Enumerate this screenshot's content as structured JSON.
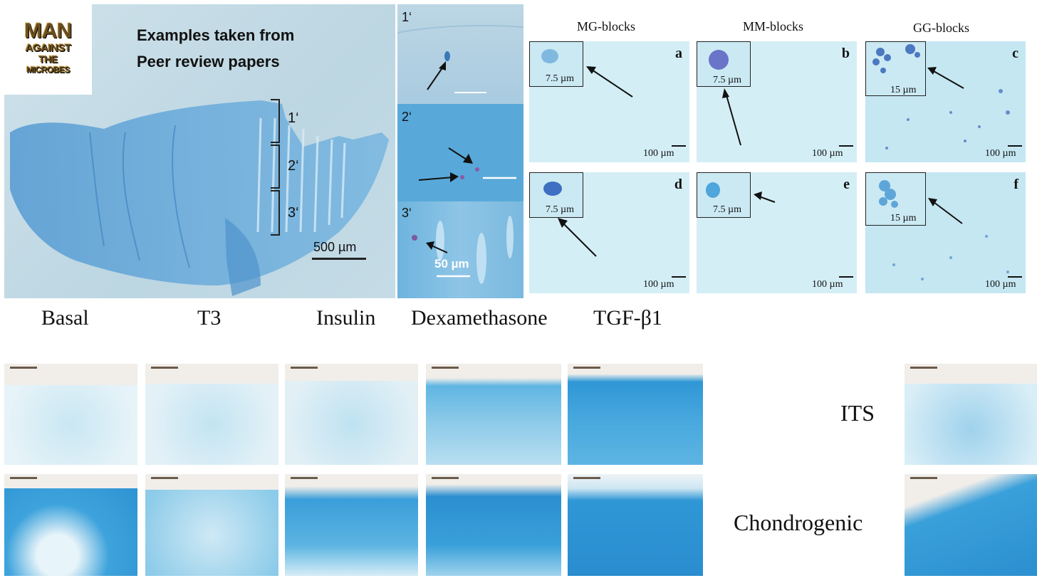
{
  "logo": {
    "line1": "MAN",
    "line2": "AGAINST",
    "line3": "THE",
    "line4": "MICROBES"
  },
  "caption": {
    "line1": "Examples taken from",
    "line2": "Peer review papers"
  },
  "main_panel": {
    "bracket_labels": [
      "1‘",
      "2‘",
      "3‘"
    ],
    "scale": "500 µm"
  },
  "middle_panels": {
    "labels": [
      "1‘",
      "2‘",
      "3‘"
    ],
    "scale": "50 µm"
  },
  "grid": {
    "columns": [
      "MG-blocks",
      "MM-blocks",
      "GG-blocks"
    ],
    "cells": [
      {
        "letter": "a",
        "inset_scale": "7.5 µm",
        "scale": "100 µm"
      },
      {
        "letter": "b",
        "inset_scale": "7.5 µm",
        "scale": "100 µm"
      },
      {
        "letter": "c",
        "inset_scale": "15 µm",
        "scale": "100 µm"
      },
      {
        "letter": "d",
        "inset_scale": "7.5 µm",
        "scale": "100 µm"
      },
      {
        "letter": "e",
        "inset_scale": "7.5 µm",
        "scale": "100 µm"
      },
      {
        "letter": "f",
        "inset_scale": "15 µm",
        "scale": "100 µm"
      }
    ]
  },
  "bottom": {
    "treatments": [
      "Basal",
      "T3",
      "Insulin",
      "Dexamethasone",
      "TGF-β1"
    ],
    "rows": [
      "ITS",
      "Chondrogenic"
    ]
  },
  "colors": {
    "stain_light": "#d6ecf3",
    "stain_dark": "#2a86c6",
    "logo_brown": "#6b4e1e"
  }
}
